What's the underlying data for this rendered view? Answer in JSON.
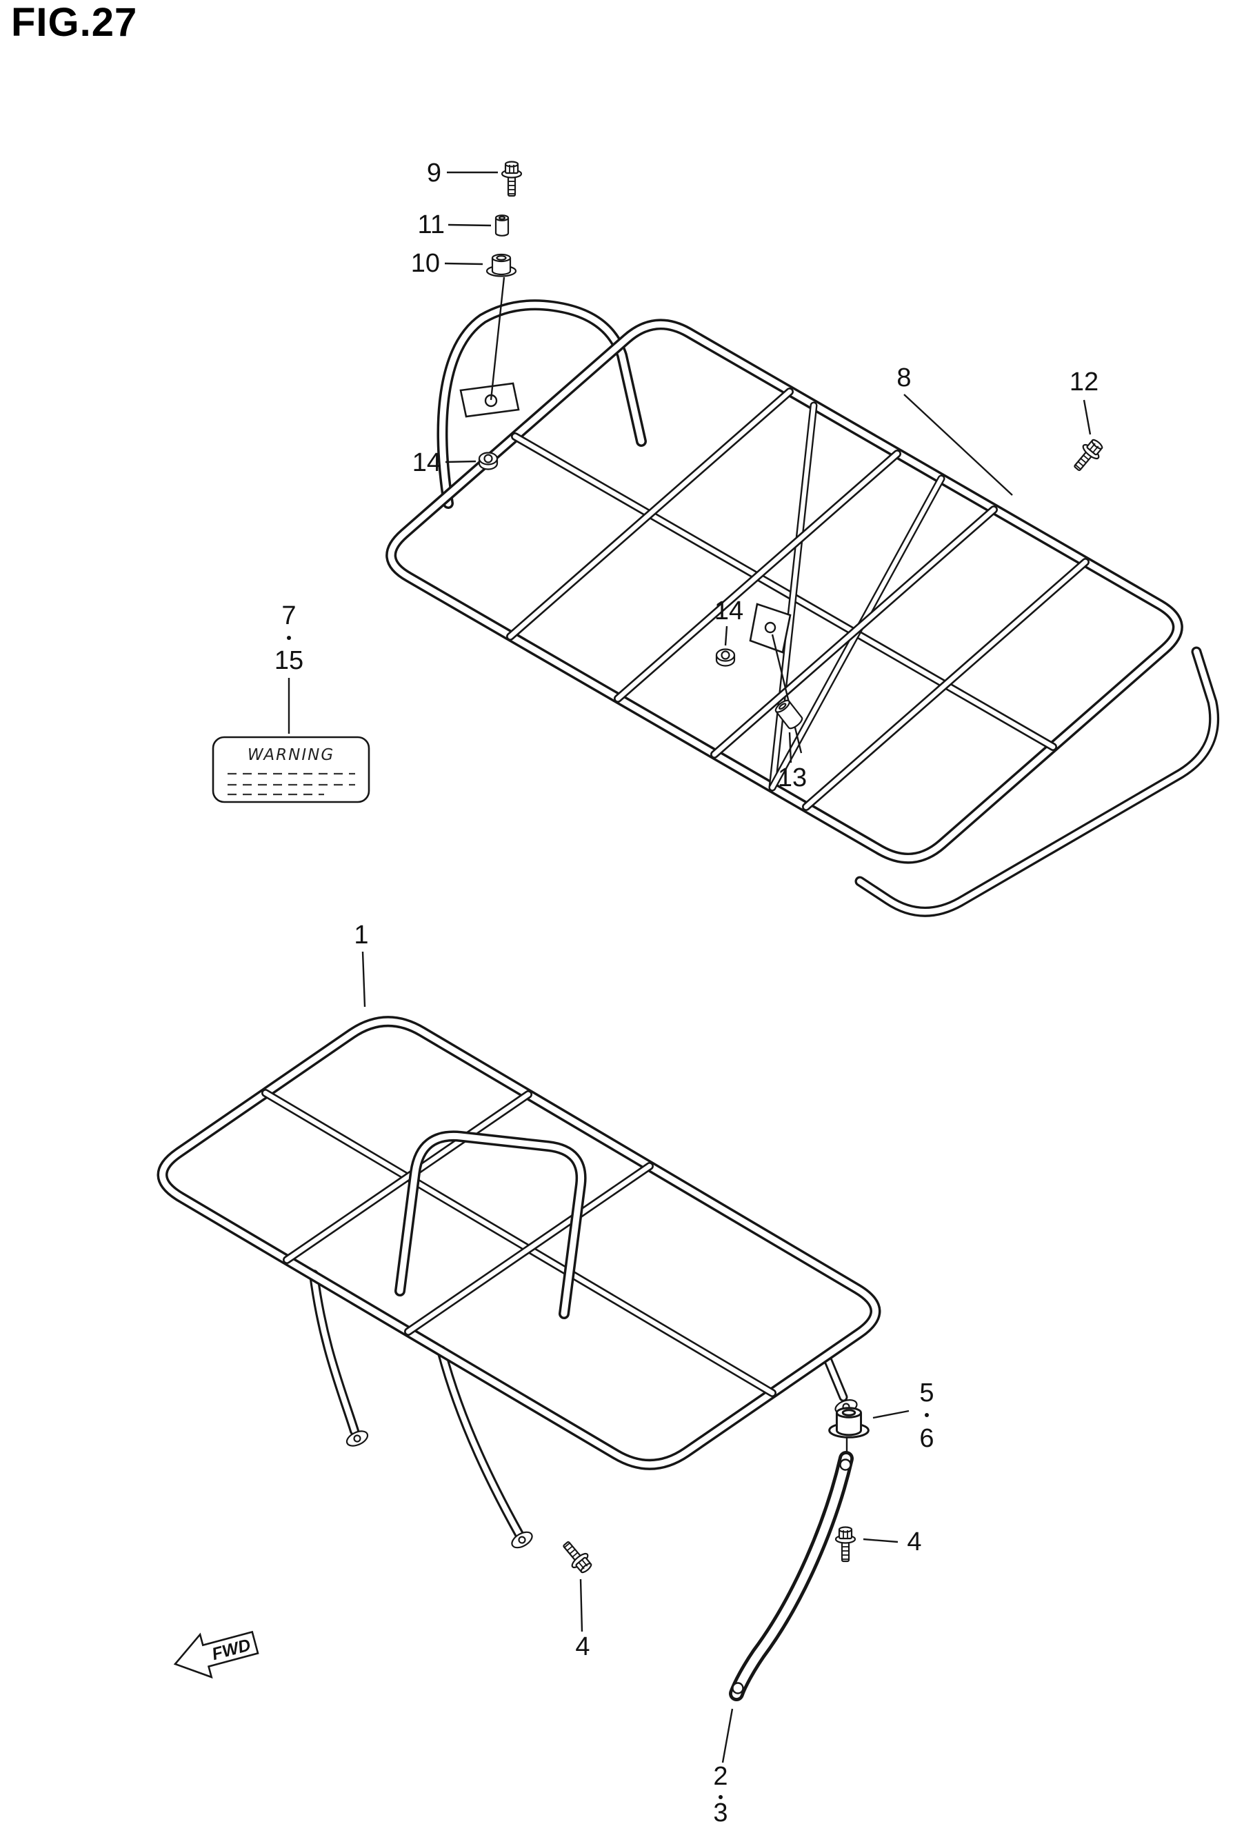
{
  "figure": {
    "title": "FIG.27"
  },
  "diagram": {
    "warning_label": {
      "text": "WARNING"
    },
    "fwd_marker": {
      "text": "FWD"
    },
    "callouts": {
      "c1": "1",
      "c2": "2",
      "c3": "3",
      "c4a": "4",
      "c4b": "4",
      "c5": "5",
      "c6": "6",
      "c7": "7",
      "c8": "8",
      "c9": "9",
      "c10": "10",
      "c11": "11",
      "c12": "12",
      "c13": "13",
      "c14a": "14",
      "c14b": "14",
      "c15": "15"
    }
  }
}
